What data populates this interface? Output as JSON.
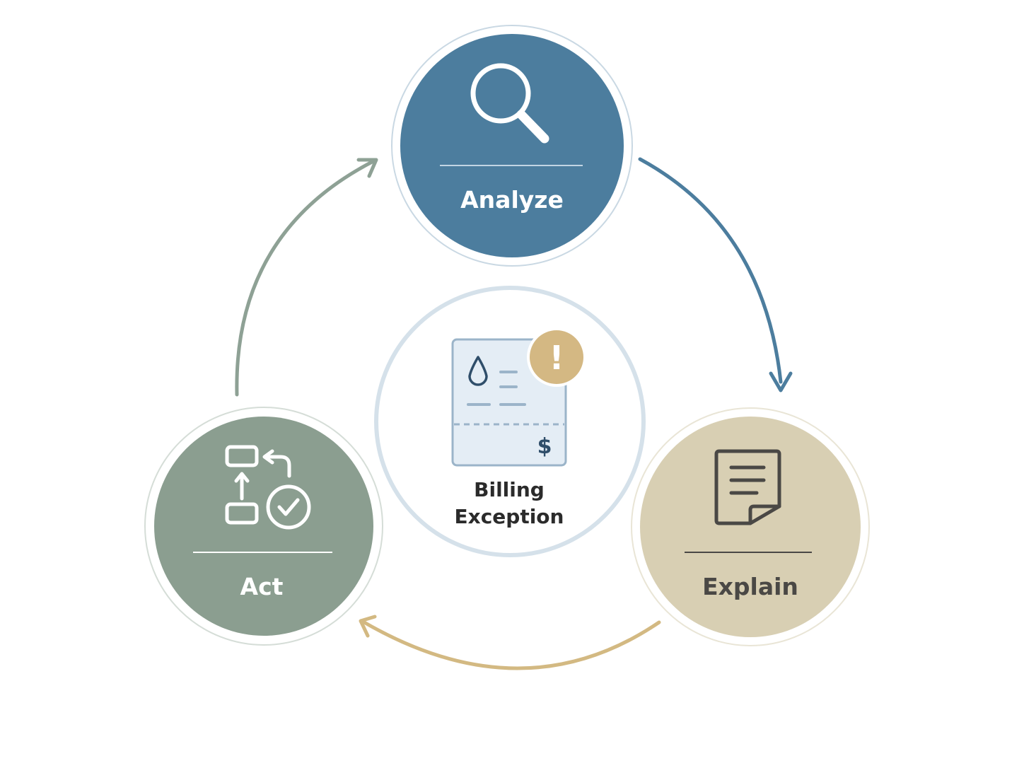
{
  "center": {
    "line1": "Billing",
    "line2": "Exception",
    "badge": "!",
    "currency": "$"
  },
  "nodes": {
    "analyze": {
      "label": "Analyze",
      "icon": "magnifier-icon",
      "color": "#4c7d9e"
    },
    "explain": {
      "label": "Explain",
      "icon": "document-icon",
      "color": "#d8cfb3"
    },
    "act": {
      "label": "Act",
      "icon": "workflow-check-icon",
      "color": "#8b9e90"
    }
  },
  "colors": {
    "arrow_analyze_to_explain": "#4c7d9e",
    "arrow_explain_to_act": "#d3b982",
    "arrow_act_to_analyze": "#8ea195",
    "center_ring": "#d5e1ea",
    "alert_badge": "#d4b883",
    "invoice_fill": "#e4edf5"
  }
}
